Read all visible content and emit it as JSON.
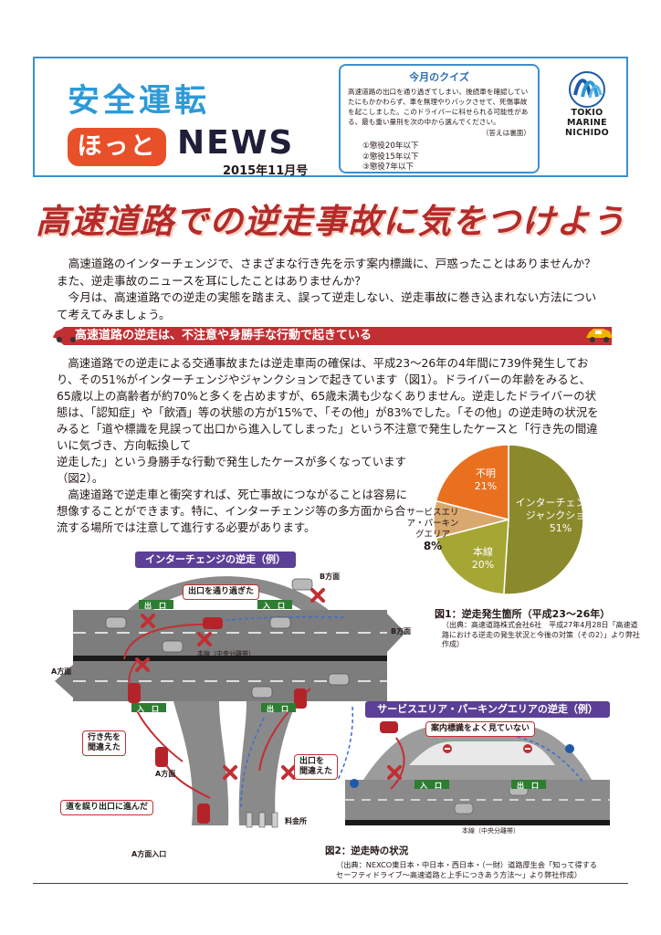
{
  "header": {
    "title": "安全運転",
    "hot": "ほっと",
    "news": "NEWS",
    "issue": "2015年11月号"
  },
  "quiz": {
    "title": "今月のクイズ",
    "question": "高速道路の出口を通り過ぎてしまい、後続車を確認していたにもかかわらず、車を無理やりバックさせて、死傷事故を起こしました。このドライバーに科せられる可能性がある、最も重い量刑を次の中から選んでください。",
    "answer_note": "（答えは裏面）",
    "options": [
      "①懲役20年以下",
      "②懲役15年以下",
      "③懲役7年以下"
    ]
  },
  "logo": {
    "line1": "TOKIO MARINE",
    "line2": "NICHIDO"
  },
  "headline": "高速道路での逆走事故に気をつけよう",
  "intro": [
    "高速道路のインターチェンジで、さまざまな行き先を示す案内標識に、戸惑ったことはありませんか？また、逆走事故のニュースを耳にしたことはありませんか？",
    "今月は、高速道路での逆走の実態を踏まえ、誤って逆走しない、逆走事故に巻き込まれない方法について考えてみましょう。"
  ],
  "section": {
    "title": "高速道路の逆走は、不注意や身勝手な行動で起きている",
    "body_top": "高速道路での逆走による交通事故または逆走車両の確保は、平成23～26年の4年間に739件発生しており、その51%がインターチェンジやジャンクションで起きています（図1）。ドライバーの年齢をみると、65歳以上の高齢者が約70%と多くを占めますが、65歳未満も少なくありません。逆走したドライバーの状態は、「認知症」や「飲酒」等の状態の方が15%で、「その他」が83%でした。「その他」の逆走時の状況をみると「道や標識を見誤って出口から進入してしまった」という不注意で発生したケースと「行き先の間違いに気づき、方向転換して",
    "body_left_1": "逆走した」という身勝手な行動で発生したケースが多くなっています（図2）。",
    "body_left_2": "高速道路で逆走車と衝突すれば、死亡事故につながることは容易に想像することができます。特に、インターチェンジ等の多方面から合流する場所では注意して進行する必要があります。"
  },
  "chart_data": {
    "type": "pie",
    "title": "図1：逆走発生箇所（平成23～26年）",
    "categories": [
      "インターチェンジ・ジャンクション",
      "本線",
      "サービスエリア・パーキングエリア",
      "不明"
    ],
    "values": [
      51,
      20,
      8,
      21
    ],
    "labels": [
      "51%",
      "20%",
      "8%",
      "21%"
    ],
    "colors": [
      "#8a8a2c",
      "#a6a634",
      "#d8a86e",
      "#e9701f"
    ]
  },
  "fig1_source": "（出典：高速道路株式会社6社　平成27年4月28日「高速道路における逆走の発生状況と今後の対策（その2）」より弊社作成）",
  "diagram1": {
    "ribbon": "インターチェンジの逆走（例）",
    "callout_exit": "出口を通り過ぎた",
    "callout_dest": "行き先を\n間違えた",
    "callout_exitwrong": "出口を\n間違えた",
    "callout_wrongexit": "道を誤り出口に進んだ",
    "exit": "出　口",
    "entrance": "入　口",
    "b_dir": "B方面",
    "a_dir": "A方面",
    "main_line": "本線（中央分離帯）",
    "toll": "料金所",
    "a_entrance": "A方面入口"
  },
  "diagram2": {
    "ribbon": "サービスエリア・パーキングエリアの逆走（例）",
    "callout": "案内標識をよく見ていない",
    "entrance": "入　口",
    "exit": "出　口",
    "main_line": "本線（中央分離帯）"
  },
  "fig2": {
    "caption": "図2：逆走時の状況",
    "source": "（出典：NEXCO東日本・中日本・西日本・（一財）道路厚生会「知って得する\nセーフティドライブ～高速道路と上手につきあう方法～」より弊社作成）"
  }
}
